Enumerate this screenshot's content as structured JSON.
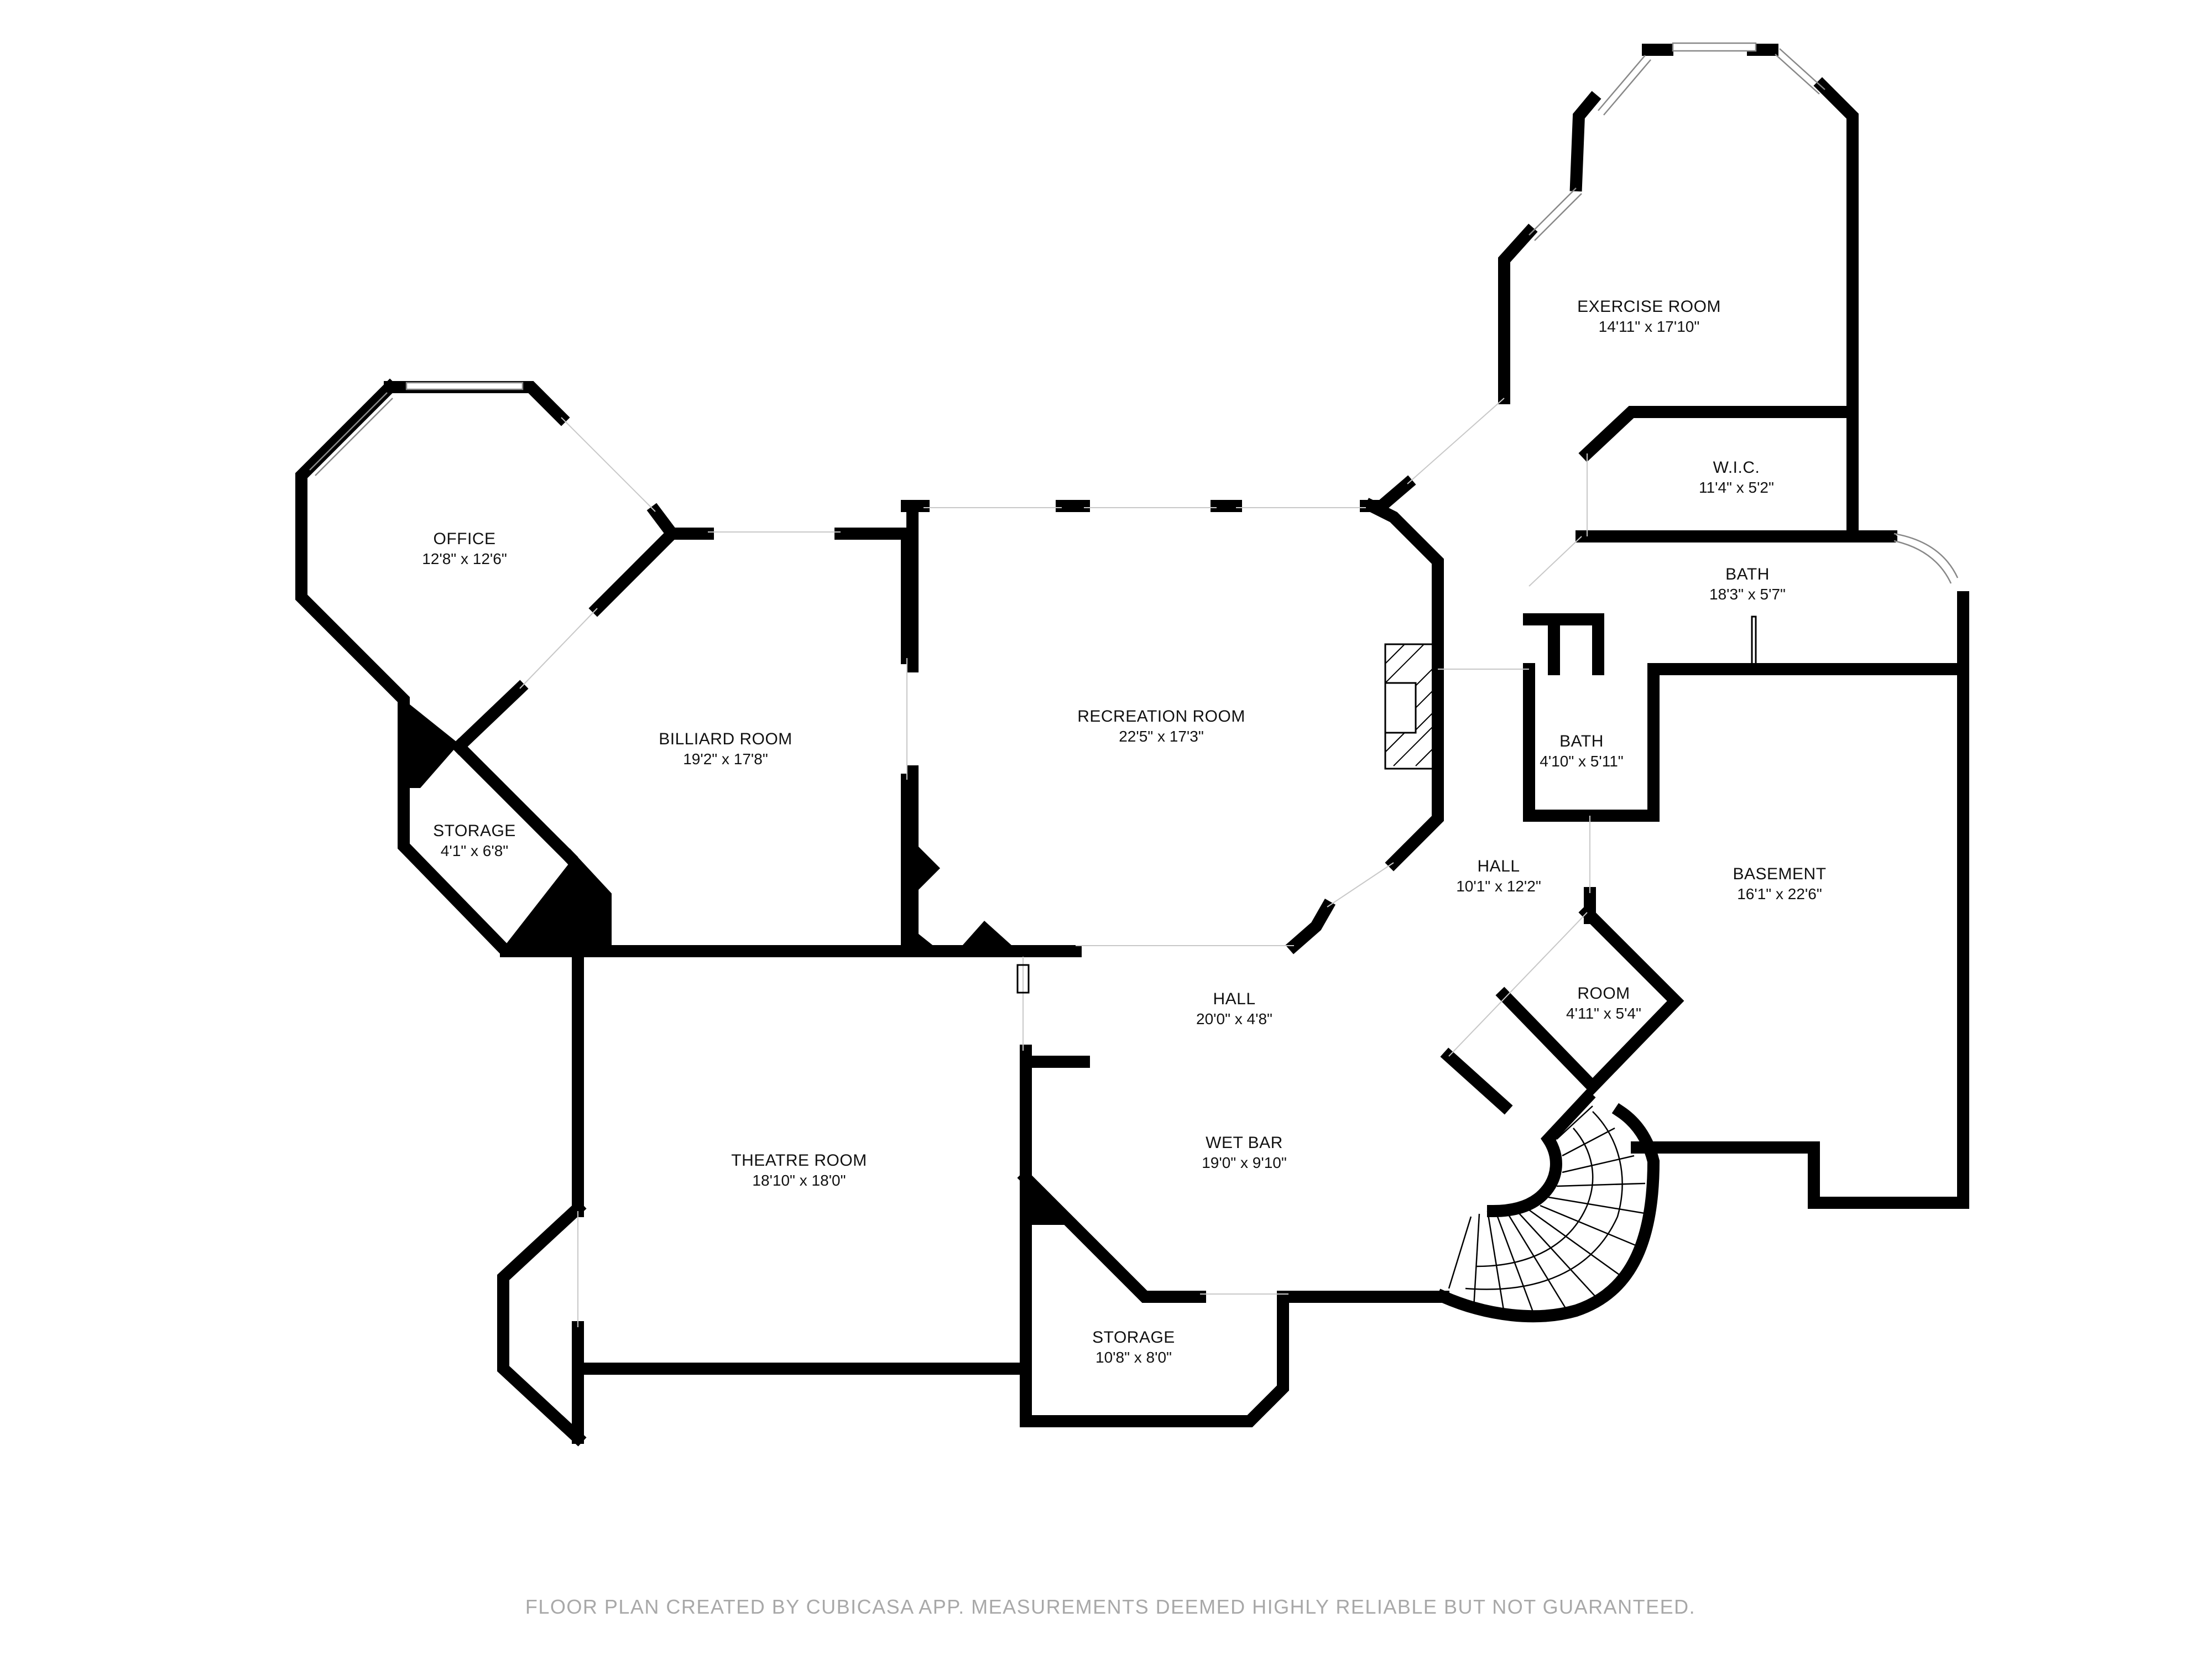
{
  "rooms": {
    "exercise": {
      "name": "EXERCISE ROOM",
      "dim": "14'11\" x 17'10\""
    },
    "wic": {
      "name": "W.I.C.",
      "dim": "11'4\" x 5'2\""
    },
    "bath_main": {
      "name": "BATH",
      "dim": "18'3\" x 5'7\""
    },
    "office": {
      "name": "OFFICE",
      "dim": "12'8\" x 12'6\""
    },
    "billiard": {
      "name": "BILLIARD ROOM",
      "dim": "19'2\" x 17'8\""
    },
    "recreation": {
      "name": "RECREATION ROOM",
      "dim": "22'5\" x 17'3\""
    },
    "bath_small": {
      "name": "BATH",
      "dim": "4'10\" x 5'11\""
    },
    "storage_small": {
      "name": "STORAGE",
      "dim": "4'1\" x 6'8\""
    },
    "hall_east": {
      "name": "HALL",
      "dim": "10'1\" x 12'2\""
    },
    "basement": {
      "name": "BASEMENT",
      "dim": "16'1\" x 22'6\""
    },
    "room": {
      "name": "ROOM",
      "dim": "4'11\" x 5'4\""
    },
    "hall_center": {
      "name": "HALL",
      "dim": "20'0\" x 4'8\""
    },
    "theatre": {
      "name": "THEATRE ROOM",
      "dim": "18'10\" x 18'0\""
    },
    "wet_bar": {
      "name": "WET BAR",
      "dim": "19'0\" x 9'10\""
    },
    "storage_large": {
      "name": "STORAGE",
      "dim": "10'8\" x 8'0\""
    }
  },
  "footer": "FLOOR PLAN CREATED BY CUBICASA APP. MEASUREMENTS DEEMED HIGHLY RELIABLE BUT NOT GUARANTEED.",
  "colors": {
    "wall": "#000000",
    "label": "#111111",
    "footer": "#a8a8a8",
    "background": "#ffffff"
  }
}
